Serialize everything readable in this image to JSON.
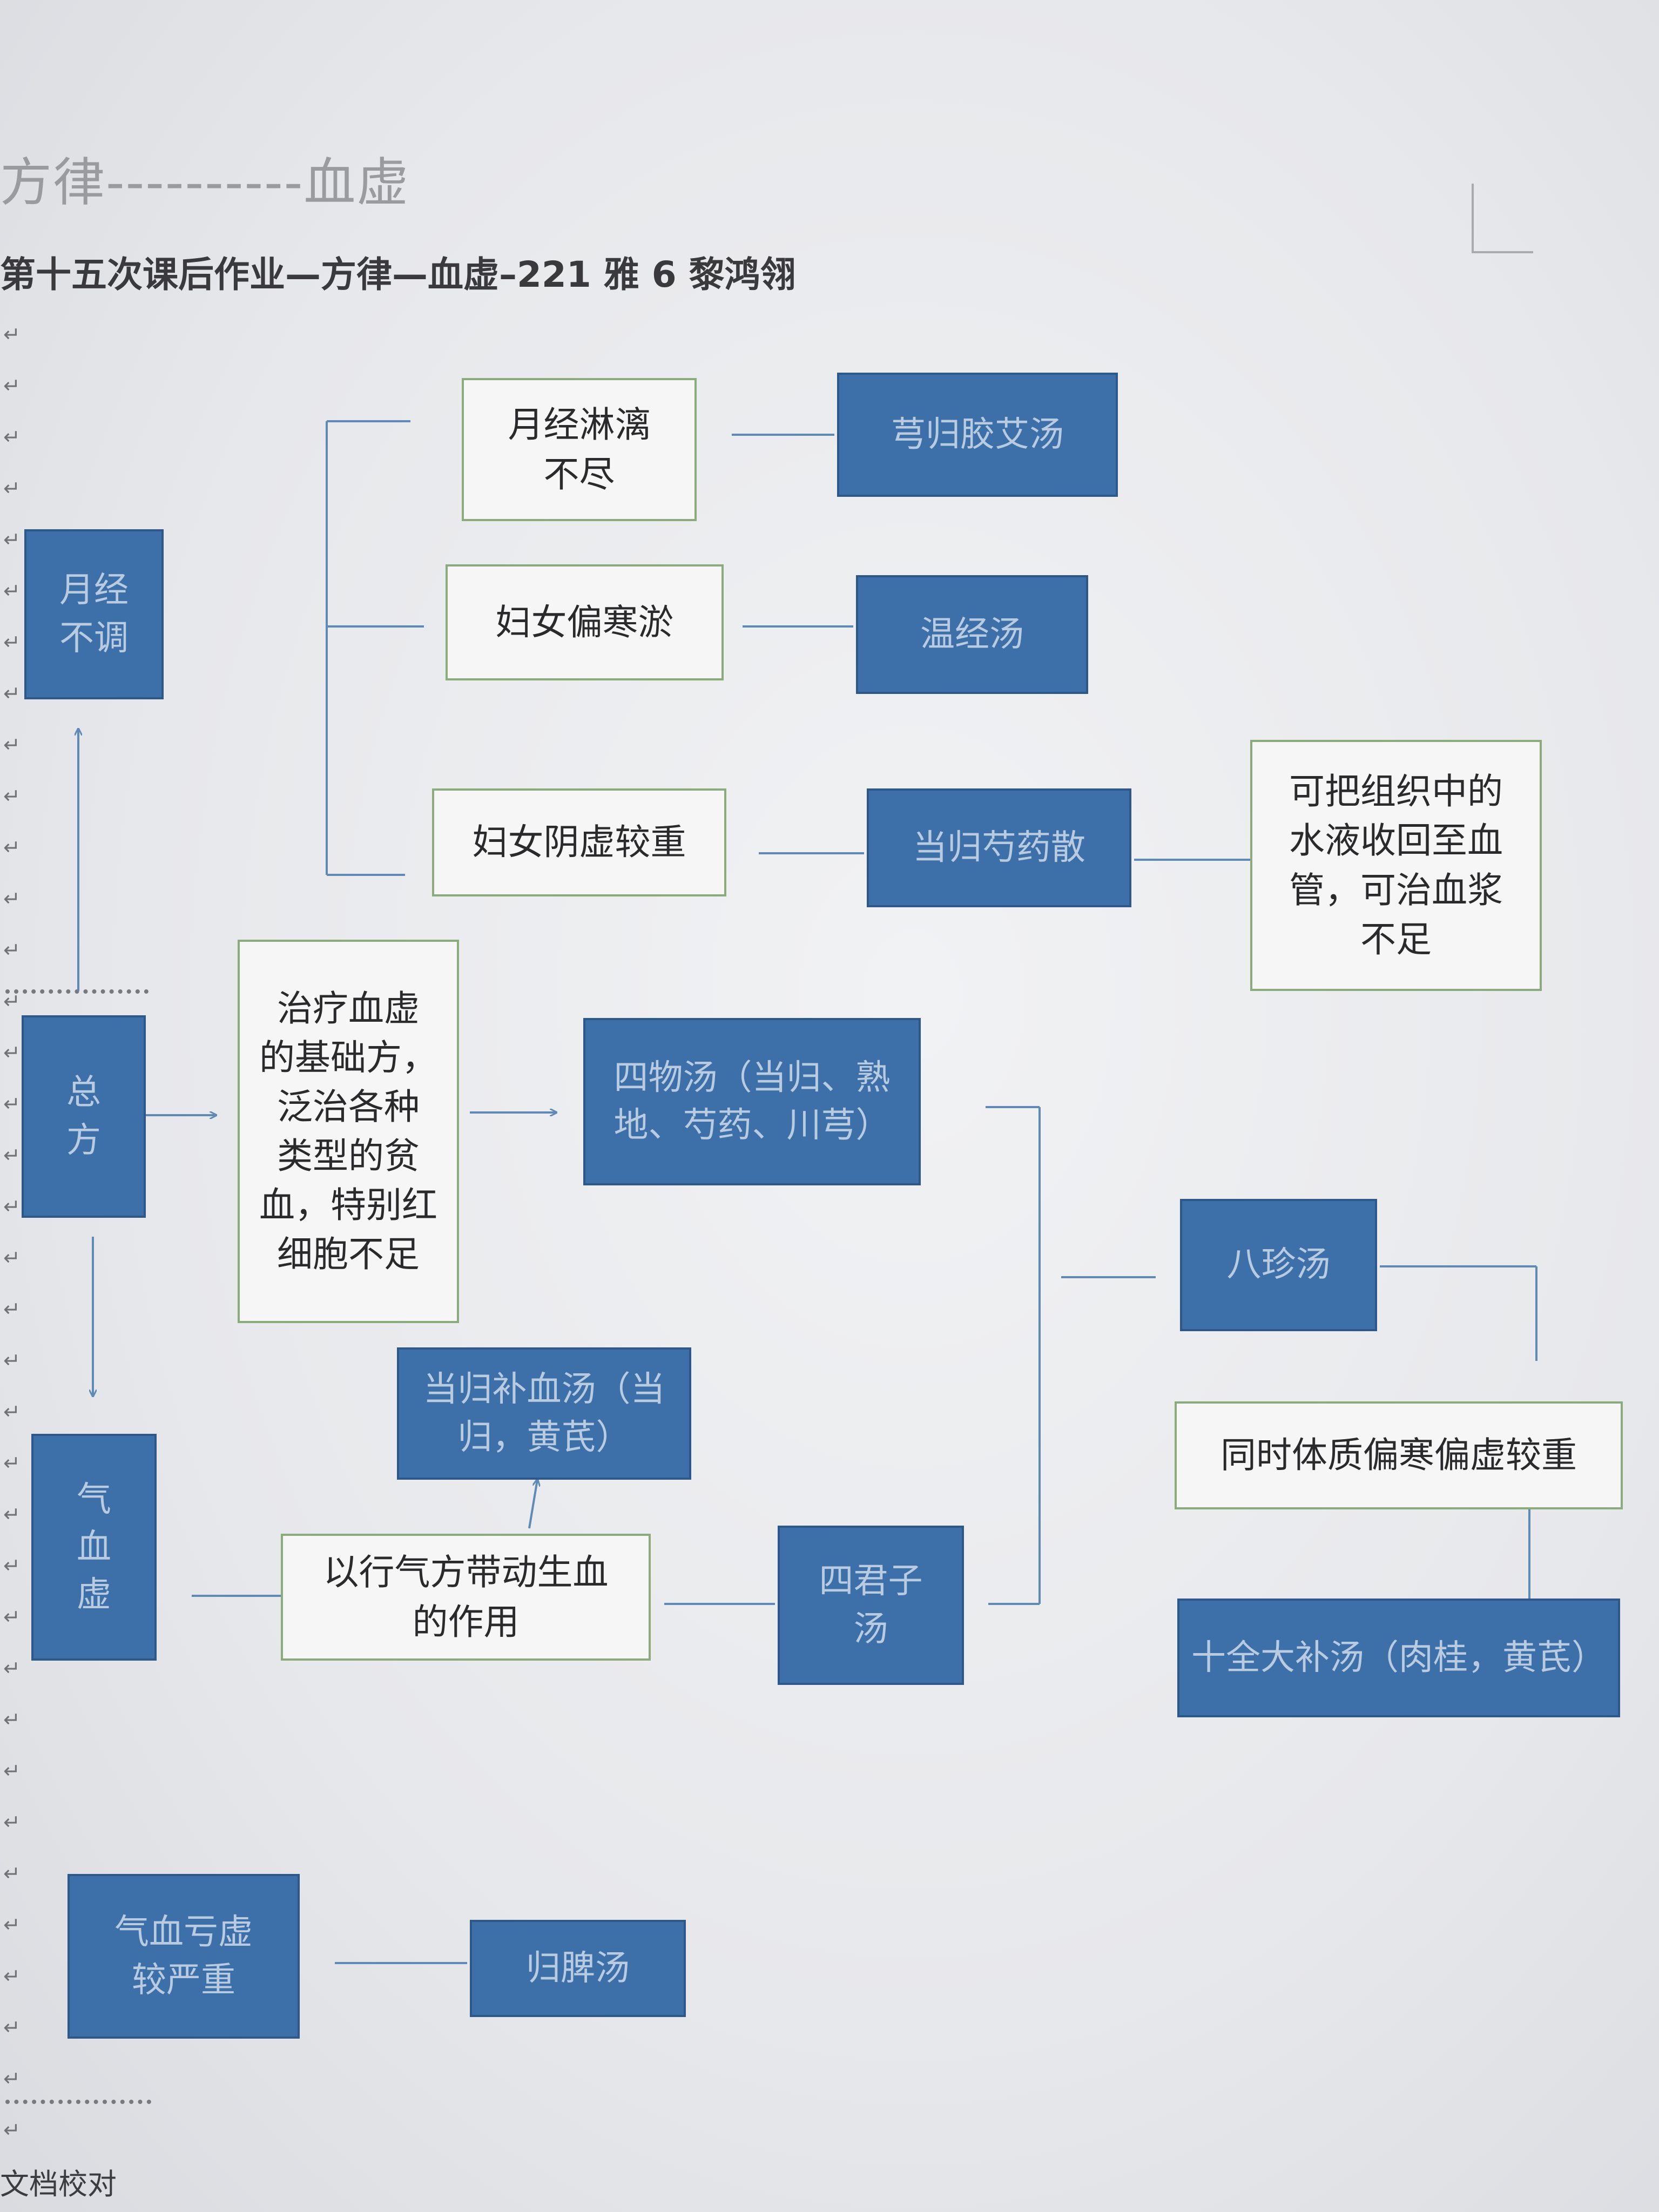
{
  "document": {
    "title": "方律----------血虚",
    "subtitle": "第十五次课后作业—方律—血虚–221 雅 6 黎鸿翎",
    "status_bar": "文档校对"
  },
  "nodes": {
    "yuejing_butiao": "月经\n不调",
    "zongfang": "总\n方",
    "qixuexu": "气\n血\n虚",
    "qixue_kuixu": "气血亏虚\n较严重",
    "yuejing_linli": "月经淋漓\n不尽",
    "funv_pianhan": "妇女偏寒淤",
    "funv_yinxu": "妇女阴虚较重",
    "xiong_gui_jiao_ai": "芎归胶艾汤",
    "wenjing": "温经汤",
    "danggui_shaoyao": "当归芍药散",
    "shuiye_note": "可把组织中的\n水液收回至血\n管，可治血浆\n不足",
    "jichu_fang_note": "治疗血虚\n的基础方，\n泛治各种\n类型的贫\n血，特别红\n细胞不足",
    "siwu": "四物汤（当归、熟\n地、芍药、川芎）",
    "danggui_buxue": "当归补血汤（当\n归，黄芪）",
    "xingqi_note": "以行气方带动生血\n的作用",
    "sijunzi": "四君子\n汤",
    "bazhen": "八珍汤",
    "pianhan_note": "同时体质偏寒偏虚较重",
    "shiquan": "十全大补汤（肉桂，黄芪）",
    "guipi": "归脾汤"
  },
  "colors": {
    "box_fill": "#3d6fa8",
    "box_text": "#b8cbe0",
    "note_border": "#8bab7c",
    "connector": "#5f8ab8"
  }
}
